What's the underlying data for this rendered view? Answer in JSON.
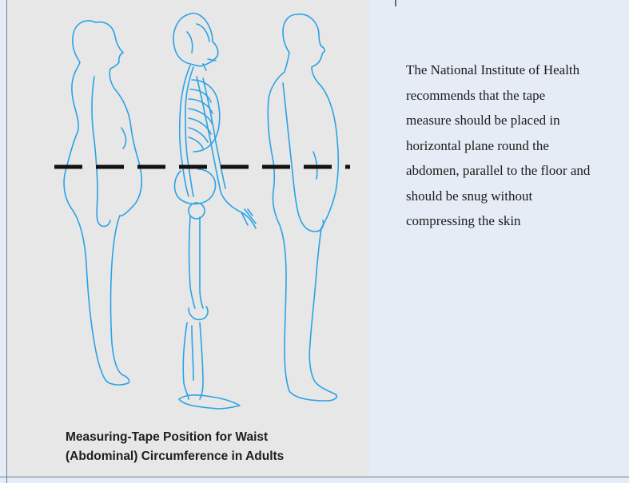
{
  "caption": {
    "line1": "Measuring-Tape Position for Waist",
    "line2": "(Abdominal) Circumference in Adults"
  },
  "note": {
    "lines": [
      "The National Institute of Health",
      "recommends that the tape",
      "measure should be placed in",
      "horizontal plane round the",
      "abdomen, parallel to the floor and",
      "should be snug without",
      "compressing the skin"
    ]
  },
  "colors": {
    "outline": "#2aa3e6",
    "tape_line": "#111111",
    "panel": "#e7e7e7",
    "background": "#e6ecf6"
  },
  "figures": [
    "female-silhouette",
    "skeleton-illustration",
    "male-silhouette"
  ]
}
